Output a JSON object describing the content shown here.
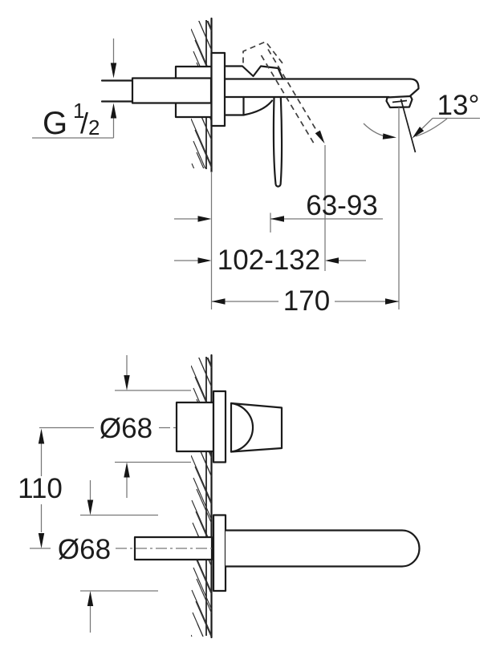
{
  "drawing": {
    "title_hidden": "",
    "upper_view": {
      "thread_label": {
        "prefix": "G",
        "numerator": "1",
        "slash": "/",
        "denominator": "2"
      },
      "angle_label": "13°",
      "dim_lever_range": "63-93",
      "dim_wall_to_lever_open": "102-132",
      "dim_spout_projection": "170"
    },
    "lower_view": {
      "dim_handle_escutcheon_diameter": "Ø68",
      "dim_vertical_center_distance": "110",
      "dim_spout_escutcheon_diameter": "Ø68"
    }
  }
}
